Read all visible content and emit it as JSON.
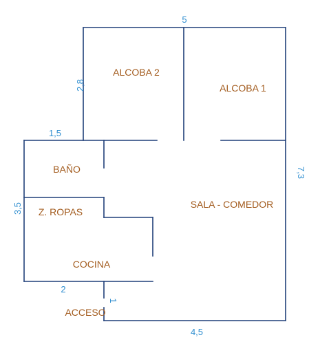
{
  "plan": {
    "rooms": {
      "alcoba2": "ALCOBA 2",
      "alcoba1": "ALCOBA 1",
      "bano": "BAÑO",
      "zona_ropas": "Z. ROPAS",
      "sala_comedor": "SALA - COMEDOR",
      "cocina": "COCINA",
      "acceso": "ACCESO"
    },
    "dimensions": {
      "top_width": "5",
      "alcoba_height": "2,8",
      "bano_width": "1,5",
      "right_height": "7,3",
      "left_height": "3,5",
      "kitchen_width": "2",
      "access_width": "1",
      "bottom_width": "4,5"
    }
  },
  "colors": {
    "walls": "#1f3f78",
    "room_labels": "#a35c1f",
    "dimension_labels": "#2f8ed0",
    "background": "#ffffff"
  }
}
